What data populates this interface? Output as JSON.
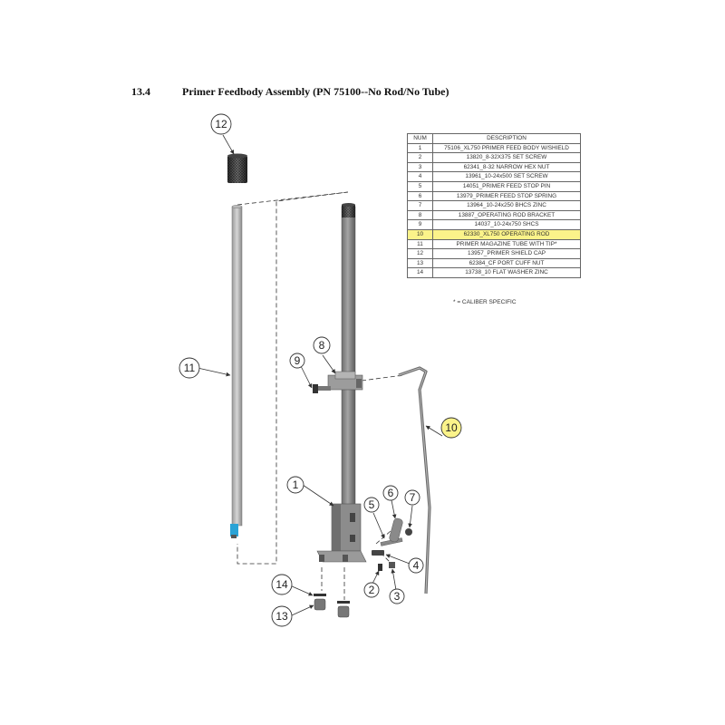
{
  "header": {
    "section_number": "13.4",
    "title": "Primer Feedbody Assembly (PN 75100--No Rod/No Tube)"
  },
  "parts_table": {
    "columns": [
      "NUM",
      "DESCRIPTION"
    ],
    "rows": [
      {
        "num": "1",
        "description": "75106_XL750 PRIMER FEED BODY W/SHIELD"
      },
      {
        "num": "2",
        "description": "13820_8-32X375 SET SCREW"
      },
      {
        "num": "3",
        "description": "62341_8-32 NARROW HEX NUT"
      },
      {
        "num": "4",
        "description": "13961_10-24x500 SET SCREW"
      },
      {
        "num": "5",
        "description": "14051_PRIMER FEED STOP PIN"
      },
      {
        "num": "6",
        "description": "13979_PRIMER FEED STOP SPRING"
      },
      {
        "num": "7",
        "description": "13964_10-24x250 BHCS ZINC"
      },
      {
        "num": "8",
        "description": "13887_OPERATING ROD BRACKET"
      },
      {
        "num": "9",
        "description": "14037_10-24x750 SHCS"
      },
      {
        "num": "10",
        "description": "62330_XL750 OPERATING ROD"
      },
      {
        "num": "11",
        "description": "PRIMER MAGAZINE TUBE WITH TIP*"
      },
      {
        "num": "12",
        "description": "13957_PRIMER SHIELD CAP"
      },
      {
        "num": "13",
        "description": "62384_CF PORT CUFF NUT"
      },
      {
        "num": "14",
        "description": "13738_10 FLAT WASHER ZINC"
      }
    ],
    "highlighted_num": "10"
  },
  "note": "* = CALIBER SPECIFIC",
  "callouts": [
    "12",
    "11",
    "8",
    "9",
    "10",
    "1",
    "5",
    "6",
    "7",
    "4",
    "2",
    "3",
    "14",
    "13"
  ],
  "colors": {
    "highlight": "#fbf38a",
    "highlight_callout": "#fbf38a",
    "tip_accent": "#2aa3d6",
    "rod_gray": "#8f8f8f"
  }
}
